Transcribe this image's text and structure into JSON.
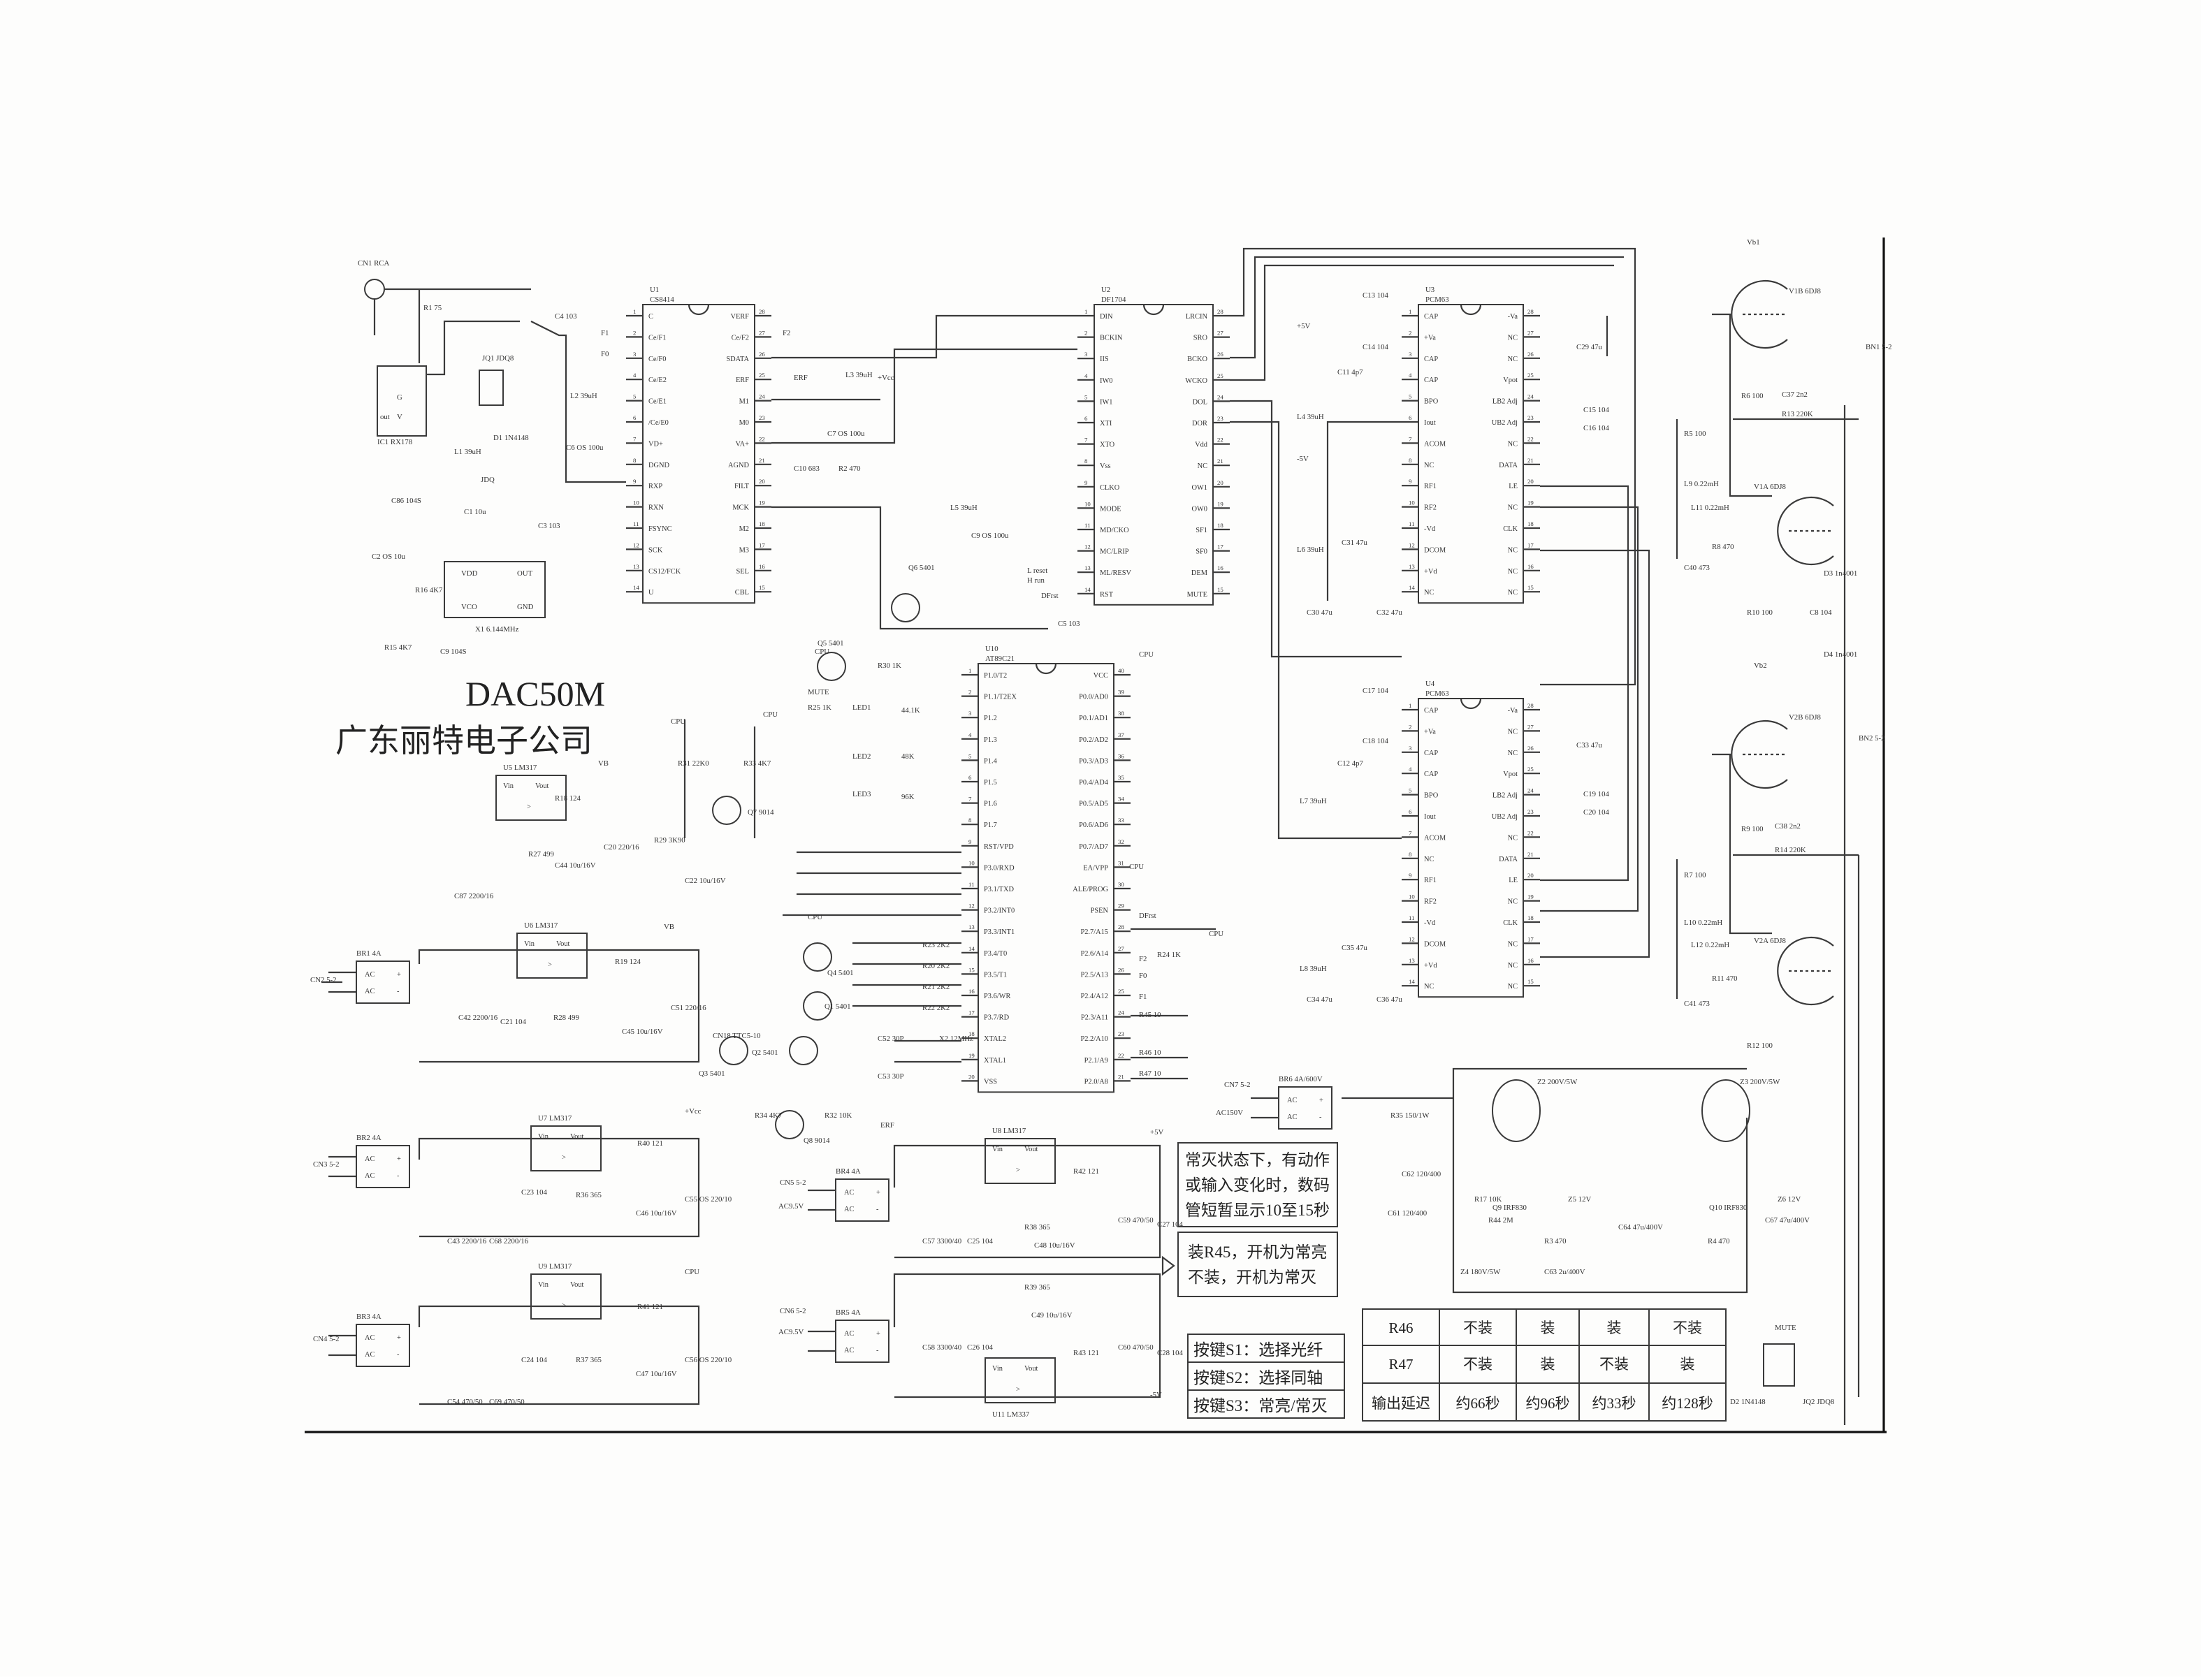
{
  "title": "DAC50M",
  "company": "广东丽特电子公司",
  "chips": [
    {
      "ref": "U1",
      "part": "CS8414",
      "left": [
        "C",
        "Ce/F1",
        "Ce/F0",
        "Ce/E2",
        "Ce/E1",
        "/Ce/E0",
        "VD+",
        "DGND",
        "RXP",
        "RXN",
        "FSYNC",
        "SCK",
        "CS12/FCK",
        "U"
      ],
      "right": [
        "VERF",
        "Ce/F2",
        "SDATA",
        "ERF",
        "M1",
        "M0",
        "VA+",
        "AGND",
        "FILT",
        "MCK",
        "M2",
        "M3",
        "SEL",
        "CBL"
      ]
    },
    {
      "ref": "U2",
      "part": "DF1704",
      "left": [
        "DIN",
        "BCKIN",
        "IIS",
        "IW0",
        "IW1",
        "XTI",
        "XTO",
        "Vss",
        "CLKO",
        "MODE",
        "MD/CKO",
        "MC/LRIP",
        "ML/RESV",
        "RST"
      ],
      "right": [
        "LRCIN",
        "SRO",
        "BCKO",
        "WCKO",
        "DOL",
        "DOR",
        "Vdd",
        "NC",
        "OW1",
        "OW0",
        "SF1",
        "SF0",
        "DEM",
        "MUTE"
      ]
    },
    {
      "ref": "U3",
      "part": "PCM63",
      "left": [
        "CAP",
        "+Va",
        "CAP",
        "CAP",
        "BPO",
        "Iout",
        "ACOM",
        "NC",
        "RF1",
        "RF2",
        "-Vd",
        "DCOM",
        "+Vd",
        "NC"
      ],
      "right": [
        "-Va",
        "NC",
        "NC",
        "Vpot",
        "LB2 Adj",
        "UB2 Adj",
        "NC",
        "DATA",
        "LE",
        "NC",
        "CLK",
        "NC",
        "NC",
        "NC"
      ]
    },
    {
      "ref": "U4",
      "part": "PCM63",
      "left": [
        "CAP",
        "+Va",
        "CAP",
        "CAP",
        "BPO",
        "Iout",
        "ACOM",
        "NC",
        "RF1",
        "RF2",
        "-Vd",
        "DCOM",
        "+Vd",
        "NC"
      ],
      "right": [
        "-Va",
        "NC",
        "NC",
        "Vpot",
        "LB2 Adj",
        "UB2 Adj",
        "NC",
        "DATA",
        "LE",
        "NC",
        "CLK",
        "NC",
        "NC",
        "NC"
      ]
    },
    {
      "ref": "U10",
      "part": "AT89C21",
      "left": [
        "P1.0/T2",
        "P1.1/T2EX",
        "P1.2",
        "P1.3",
        "P1.4",
        "P1.5",
        "P1.6",
        "P1.7",
        "RST/VPD",
        "P3.0/RXD",
        "P3.1/TXD",
        "P3.2/INT0",
        "P3.3/INT1",
        "P3.4/T0",
        "P3.5/T1",
        "P3.6/WR",
        "P3.7/RD",
        "XTAL2",
        "XTAL1",
        "VSS"
      ],
      "right": [
        "VCC",
        "P0.0/AD0",
        "P0.1/AD1",
        "P0.2/AD2",
        "P0.3/AD3",
        "P0.4/AD4",
        "P0.5/AD5",
        "P0.6/AD6",
        "P0.7/AD7",
        "EA/VPP",
        "ALE/PROG",
        "PSEN",
        "P2.7/A15",
        "P2.6/A14",
        "P2.5/A13",
        "P2.4/A12",
        "P2.3/A11",
        "P2.2/A10",
        "P2.1/A9",
        "P2.0/A8"
      ]
    }
  ],
  "regulators": [
    {
      "ref": "U5 LM317",
      "vin": "Vin",
      "vout": "Vout"
    },
    {
      "ref": "U6 LM317",
      "vin": "Vin",
      "vout": "Vout"
    },
    {
      "ref": "U7 LM317",
      "vin": "Vin",
      "vout": "Vout"
    },
    {
      "ref": "U9 LM317",
      "vin": "Vin",
      "vout": "Vout"
    },
    {
      "ref": "U8 LM317",
      "vin": "Vin",
      "vout": "Vout"
    },
    {
      "ref": "U11 LM337",
      "vin": "Vin",
      "vout": "Vout"
    }
  ],
  "bridges": [
    {
      "ref": "BR1 4A"
    },
    {
      "ref": "BR2 4A"
    },
    {
      "ref": "BR3 4A"
    },
    {
      "ref": "BR4 4A"
    },
    {
      "ref": "BR5 4A"
    },
    {
      "ref": "BR6 4A/600V"
    }
  ],
  "bridge_pins": {
    "ac": "AC",
    "plus": "+",
    "minus": "-"
  },
  "labels": [
    "CN1 RCA",
    "R1 75",
    "IC1 RX178",
    "out",
    "G",
    "V",
    "C86 104S",
    "L1 39uH",
    "C1 10u",
    "JQ1 JDQ8",
    "D1 1N4148",
    "JDQ",
    "C4 103",
    "L2 39uH",
    "C6 OS 100u",
    "C3 103",
    "C2 OS 10u",
    "R16 4K7",
    "X1 6.144MHz",
    "VDD",
    "OUT",
    "VCO",
    "GND",
    "R15 4K7",
    "C9 104S",
    "L3 39uH",
    "+Vcc",
    "C7 OS 100u",
    "C10 683",
    "R2 470",
    "ERF",
    "F1",
    "F0",
    "F2",
    "L5 39uH",
    "C9 OS 100u",
    "Q6 5401",
    "L reset",
    "H run",
    "DFrst",
    "C5 103",
    "+5V",
    "L4 39uH",
    "-5V",
    "L6 39uH",
    "C13 104",
    "C14 104",
    "C11 4p7",
    "C31 47u",
    "C30 47u",
    "C32 47u",
    "C29 47u",
    "C15 104",
    "C16 104",
    "C17 104",
    "C18 104",
    "C12 4p7",
    "L7 39uH",
    "L8 39uH",
    "C35 47u",
    "C34 47u",
    "C36 47u",
    "C33 47u",
    "C19 104",
    "C20 104",
    "Vb1",
    "V1B 6DJ8",
    "BN1 5-2",
    "R6 100",
    "C37 2n2",
    "R13 220K",
    "R5 100",
    "L9 0.22mH",
    "L11 0.22mH",
    "V1A 6DJ8",
    "R8 470",
    "C40 473",
    "R10 100",
    "D3 1n4001",
    "C8 104",
    "D4 1n4001",
    "Vb2",
    "V2B 6DJ8",
    "BN2 5-2",
    "R9 100",
    "C38 2n2",
    "R14 220K",
    "R7 100",
    "L10 0.22mH",
    "L12 0.22mH",
    "V2A 6DJ8",
    "R11 470",
    "C41 473",
    "R12 100",
    "AC150V",
    "CN7 5-2",
    "R35 150/1W",
    "Z2 200V/5W",
    "Z3 200V/5W",
    "R17 10K",
    "Q9 IRF830",
    "Q10 IRF830",
    "C62 120/400",
    "C61 120/400",
    "Z5 12V",
    "Z6 12V",
    "R3 470",
    "R4 470",
    "C64 47u/400V",
    "C67 47u/400V",
    "R44 2M",
    "Z4 180V/5W",
    "C63 2u/400V",
    "MUTE",
    "D2 1N4148",
    "JQ2 JDQ8",
    "R18 124",
    "R27 499",
    "C44 10u/16V",
    "C20 220/16",
    "C87 2200/16",
    "VB",
    "CN2 5-2",
    "R19 124",
    "R28 499",
    "C42 2200/16",
    "C21 104",
    "C45 10u/16V",
    "C51 220/16",
    "VB",
    "CN3 5-2",
    "+Vcc",
    "R40 121",
    "C23 104",
    "R36 365",
    "C46 10u/16V",
    "C55 OS 220/10",
    "C43 2200/16",
    "C68 2200/16",
    "CN4 5-2",
    "CPU",
    "R41 121",
    "C24 104",
    "R37 365",
    "C47 10u/16V",
    "C56 OS 220/10",
    "C54 470/50",
    "C69 470/50",
    "CN5 5-2",
    "AC9.5V",
    "+5V",
    "R42 121",
    "C57 3300/40",
    "C25 104",
    "R38 365",
    "C48 10u/16V",
    "C59 470/50",
    "C27 104",
    "CN6 5-2",
    "AC9.5V",
    "R39 365",
    "C49 10u/16V",
    "C58 3300/40",
    "C26 104",
    "R43 121",
    "C60 470/50",
    "C28 104",
    "-5V",
    "Q5 5401",
    "R30 1K",
    "MUTE",
    "CPU",
    "R25 1K",
    "CPU",
    "LED1",
    "44.1K",
    "LED2",
    "48K",
    "LED3",
    "96K",
    "R31 22K0",
    "R33 4K7",
    "Q7 9014",
    "R29 3K90",
    "C22 10u/16V",
    "CPU",
    "CN18 TTC5-10",
    "CPU",
    "Q4 5401",
    "Q1 5401",
    "Q2 5401",
    "Q3 5401",
    "R23 2K2",
    "R20 2K2",
    "R21 2K2",
    "R22 2K2",
    "C52 30P",
    "X2 12MHz",
    "C53 30P",
    "R34 4K7",
    "Q8 9014",
    "R32 10K",
    "ERF",
    "CPU",
    "CPU",
    "DFrst",
    "R24 1K",
    "CPU",
    "F2",
    "F0",
    "F1",
    "R45 10",
    "R46 10",
    "R47 10"
  ],
  "notes": {
    "display_note": [
      "常灭状态下，有动作",
      "或输入变化时，数码",
      "管短暂显示10至15秒"
    ],
    "r45_note": [
      "装R45，开机为常亮",
      "不装，开机为常灭"
    ],
    "keys": [
      "按键S1：选择光纤",
      "按键S2：选择同轴",
      "按键S3：常亮/常灭"
    ]
  },
  "delay_table": {
    "rows": [
      [
        "R46",
        "不装",
        "装",
        "装",
        "不装"
      ],
      [
        "R47",
        "不装",
        "装",
        "不装",
        "装"
      ],
      [
        "输出延迟",
        "约66秒",
        "约96秒",
        "约33秒",
        "约128秒"
      ]
    ]
  }
}
